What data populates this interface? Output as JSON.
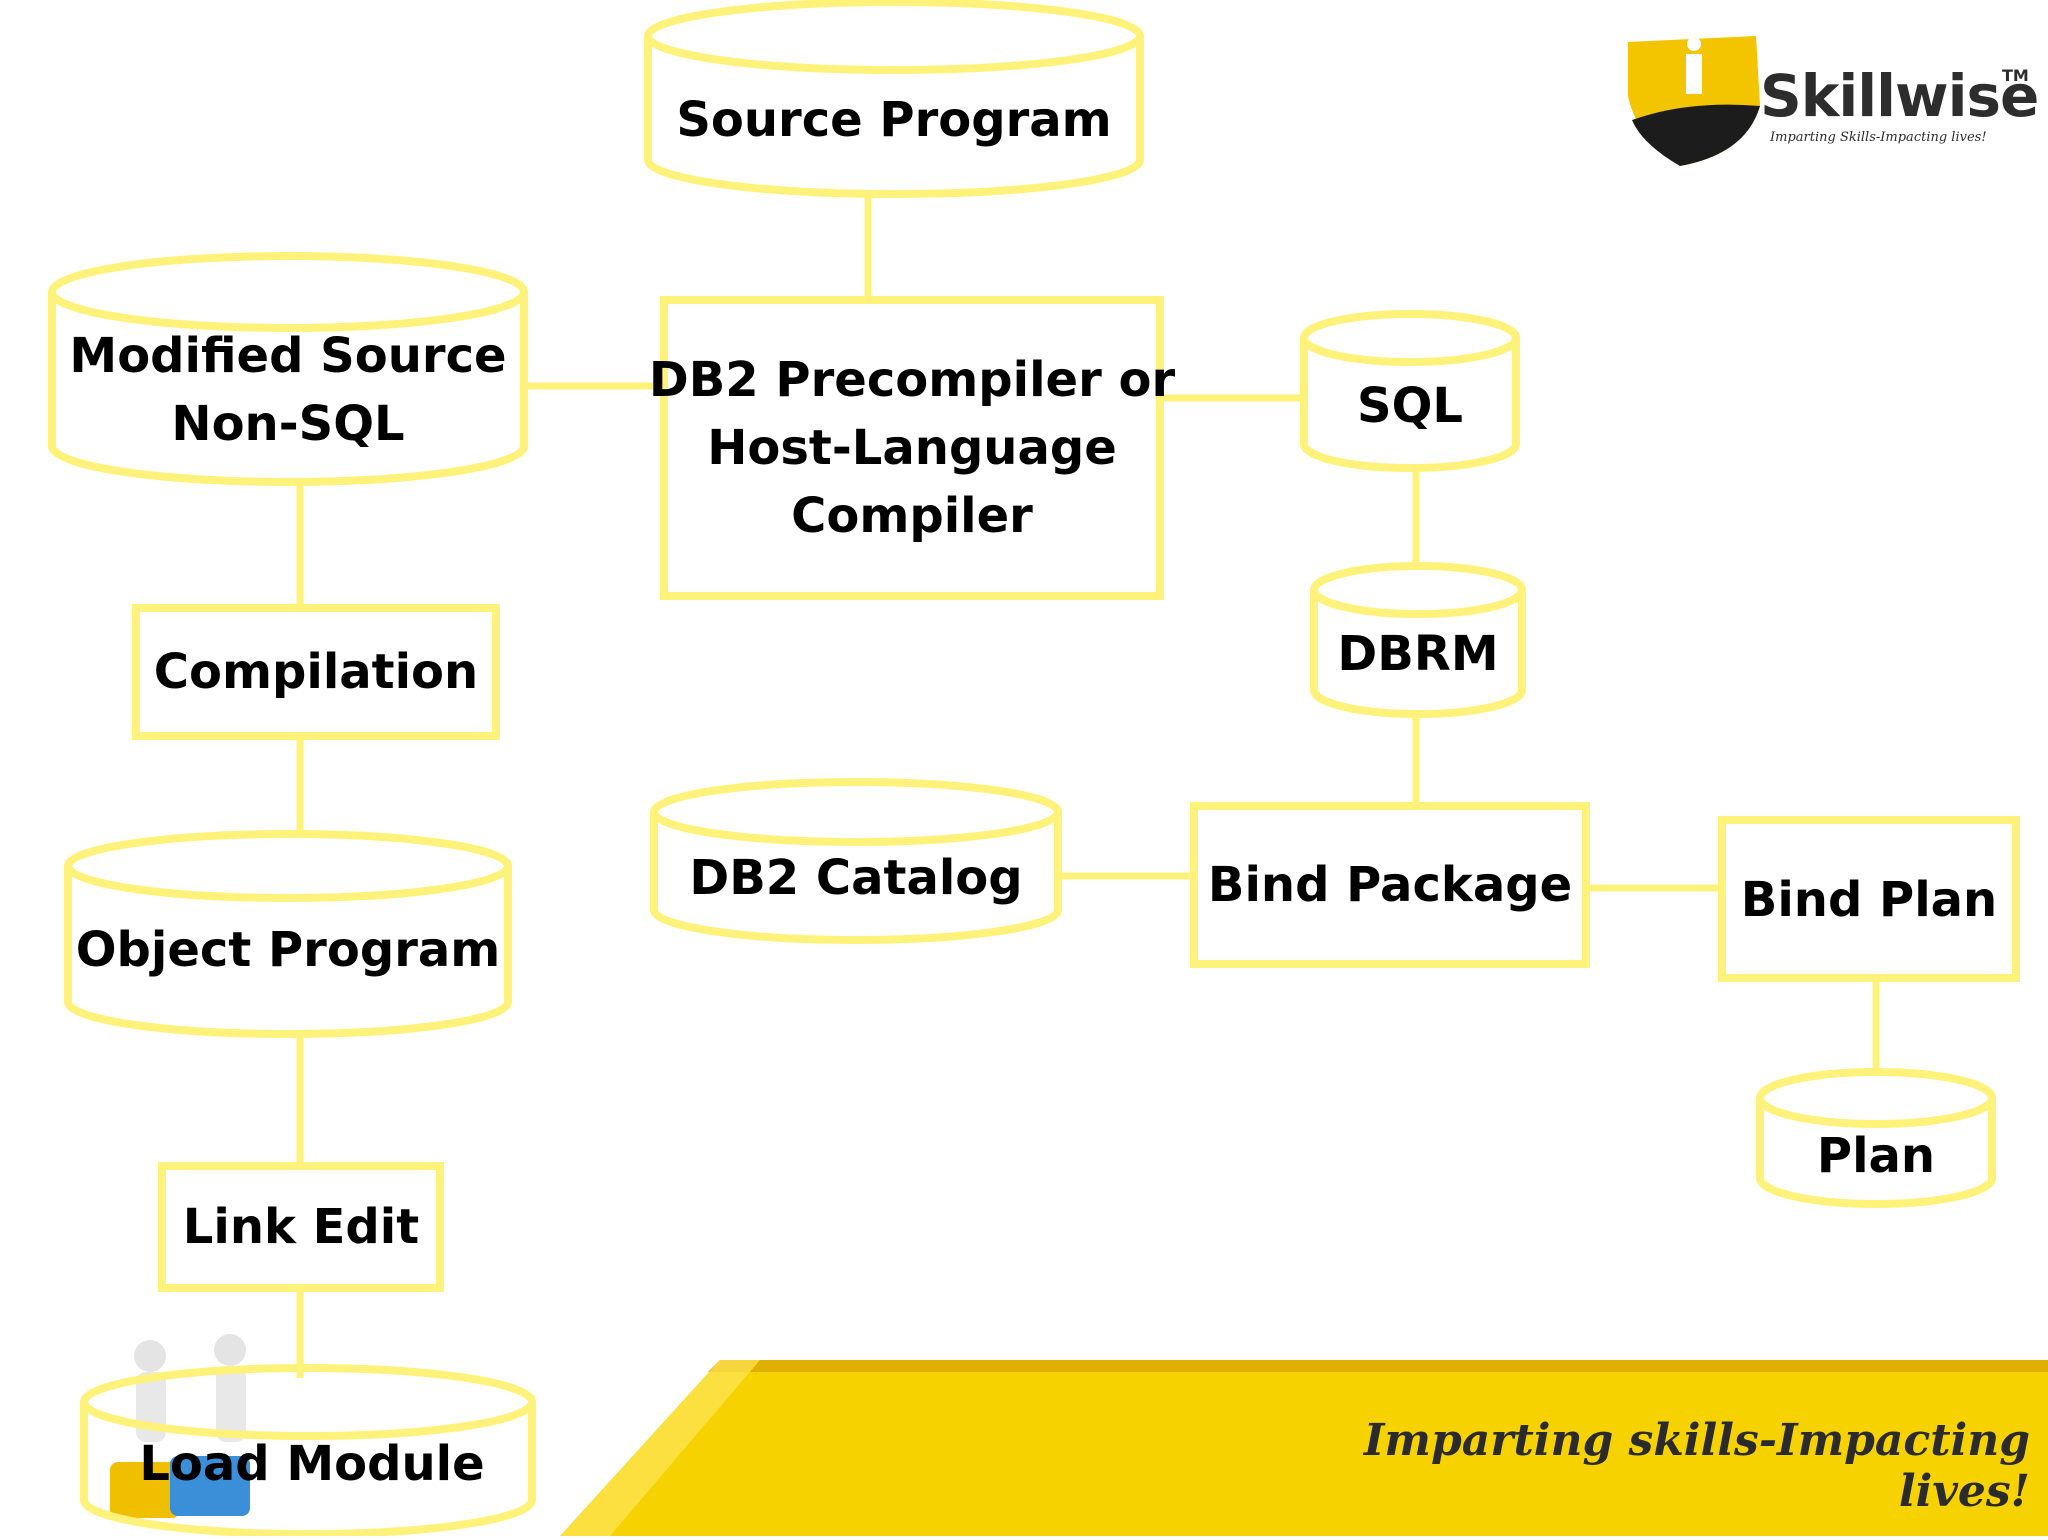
{
  "logo": {
    "wordmark": "Skillwise",
    "trademark": "TM",
    "tagline": "Imparting Skills-Impacting lives!"
  },
  "footer": {
    "tagline": "Imparting skills-Impacting lives!"
  },
  "nodes": {
    "source_program": {
      "label": "Source Program"
    },
    "precompiler": {
      "lines": [
        "DB2 Precompiler or",
        "Host-Language",
        "Compiler"
      ]
    },
    "modified_source": {
      "lines": [
        "Modified Source",
        "Non-SQL"
      ]
    },
    "sql": {
      "label": "SQL"
    },
    "compilation": {
      "label": "Compilation"
    },
    "dbrm": {
      "label": "DBRM"
    },
    "db2_catalog": {
      "label": "DB2 Catalog"
    },
    "bind_package": {
      "label": "Bind Package"
    },
    "bind_plan": {
      "label": "Bind Plan"
    },
    "object_program": {
      "label": "Object Program"
    },
    "plan": {
      "label": "Plan"
    },
    "link_edit": {
      "label": "Link Edit"
    },
    "load_module": {
      "label": "Load Module"
    }
  },
  "colors": {
    "outline": "#fff27a",
    "footer_band": "#f5d200",
    "footer_band_dark": "#d9a800",
    "logo_shield_yellow": "#f3c400",
    "logo_shield_dark": "#1c1c1c"
  }
}
